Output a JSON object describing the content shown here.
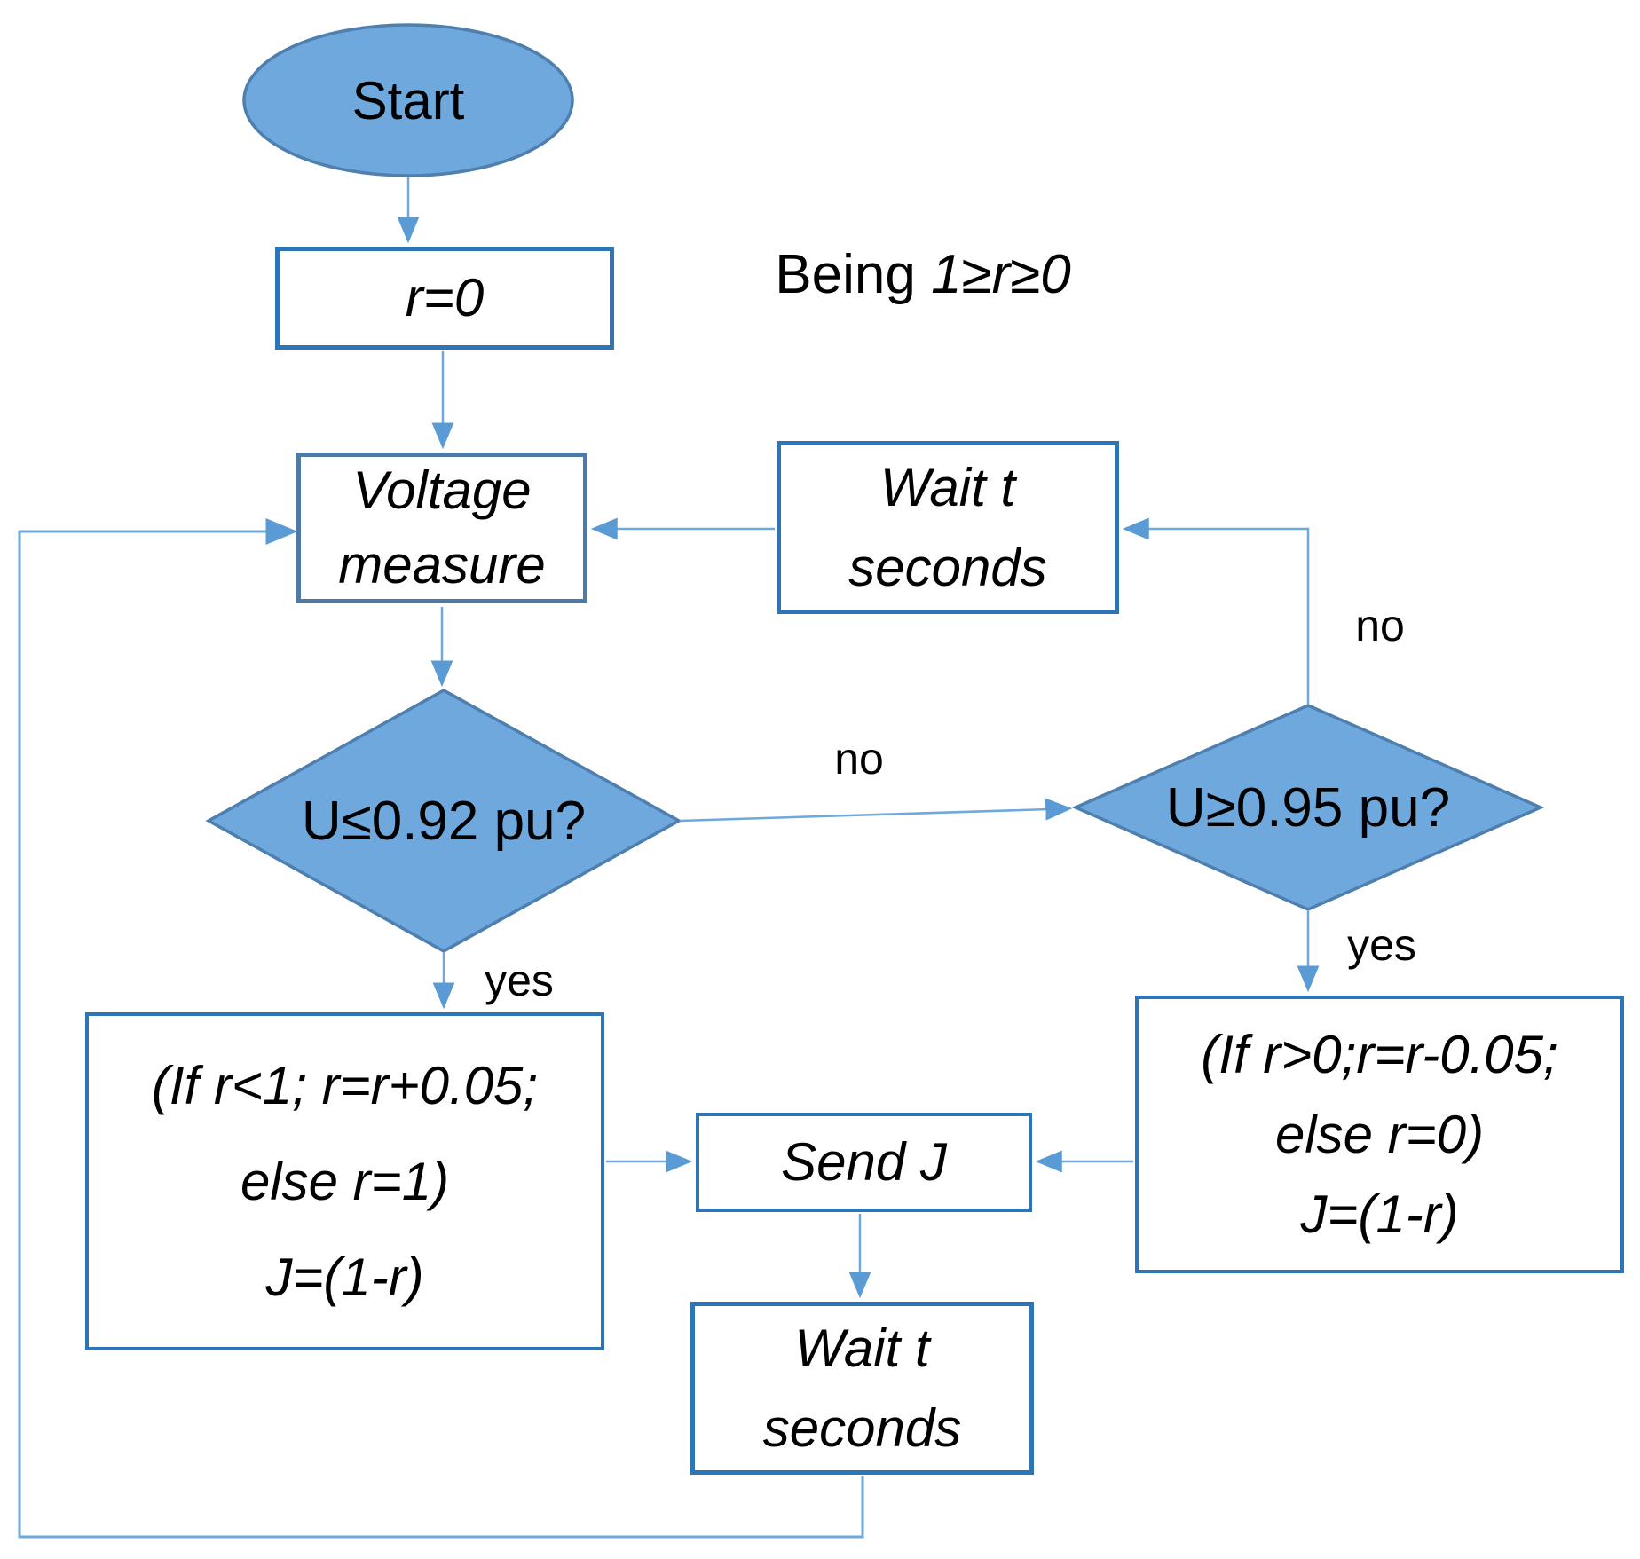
{
  "colors": {
    "node_fill": "#6FA8DC",
    "node_stroke": "#4E7FAE",
    "rect_border": "#2E75B6",
    "voltage_border": "#4D7AA6",
    "connector": "#6FA8DC",
    "arrowhead": "#5B9BD5",
    "text": "#000000",
    "background": "#FFFFFF"
  },
  "nodes": {
    "start": {
      "label": "Start"
    },
    "init": {
      "label": "r=0"
    },
    "voltage_measure": {
      "label": "Voltage\nmeasure"
    },
    "wait_top": {
      "label": "Wait t\nseconds"
    },
    "decision_low": {
      "label": "U≤0.92 pu?"
    },
    "decision_high": {
      "label": "U≥0.95 pu?"
    },
    "action_increase": {
      "label": "(If r<1; r=r+0.05;\nelse r=1)\nJ=(1-r)"
    },
    "action_decrease": {
      "label": "(If r>0;r=r-0.05;\nelse r=0)\nJ=(1-r)"
    },
    "send_j": {
      "label": "Send J"
    },
    "wait_bottom": {
      "label": "Wait t\nseconds"
    }
  },
  "annotation": {
    "prefix": "Being ",
    "condition": "1≥r≥0"
  },
  "edge_labels": {
    "decision_low_yes": "yes",
    "decision_low_no": "no",
    "decision_high_no": "no",
    "decision_high_yes": "yes"
  }
}
